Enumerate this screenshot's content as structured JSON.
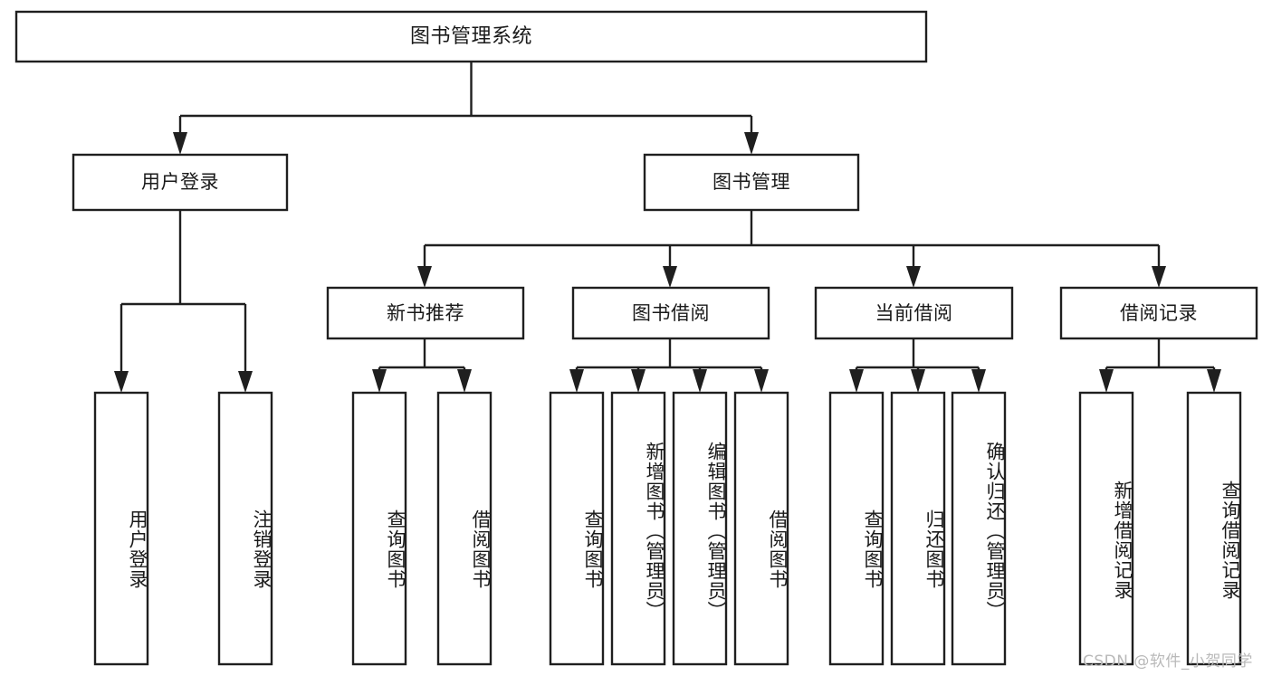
{
  "diagram": {
    "type": "tree-hierarchy-chart",
    "title": "图书管理系统",
    "watermark": "CSDN @软件_小贺同学",
    "colors": {
      "stroke": "#1f1f1f",
      "fill": "#ffffff",
      "text": "#1a1a1a",
      "watermark": "#b9b9b9",
      "background": "#ffffff"
    },
    "levels": {
      "root": {
        "label": "图书管理系统"
      },
      "level2": [
        {
          "label": "用户登录"
        },
        {
          "label": "图书管理"
        }
      ],
      "level3": [
        {
          "label": "新书推荐"
        },
        {
          "label": "图书借阅"
        },
        {
          "label": "当前借阅"
        },
        {
          "label": "借阅记录"
        }
      ],
      "leaves": {
        "user_login": [
          {
            "label": "用户登录"
          },
          {
            "label": "注销登录"
          }
        ],
        "new_book_recommend": [
          {
            "label": "查询图书"
          },
          {
            "label": "借阅图书"
          }
        ],
        "book_borrow": [
          {
            "label": "查询图书"
          },
          {
            "label": "新增图书（管理员）"
          },
          {
            "label": "编辑图书（管理员）"
          },
          {
            "label": "借阅图书"
          }
        ],
        "current_borrow": [
          {
            "label": "查询图书"
          },
          {
            "label": "归还图书"
          },
          {
            "label": "确认归还（管理员）"
          }
        ],
        "borrow_record": [
          {
            "label": "新增借阅记录"
          },
          {
            "label": "查询借阅记录"
          }
        ]
      }
    }
  }
}
